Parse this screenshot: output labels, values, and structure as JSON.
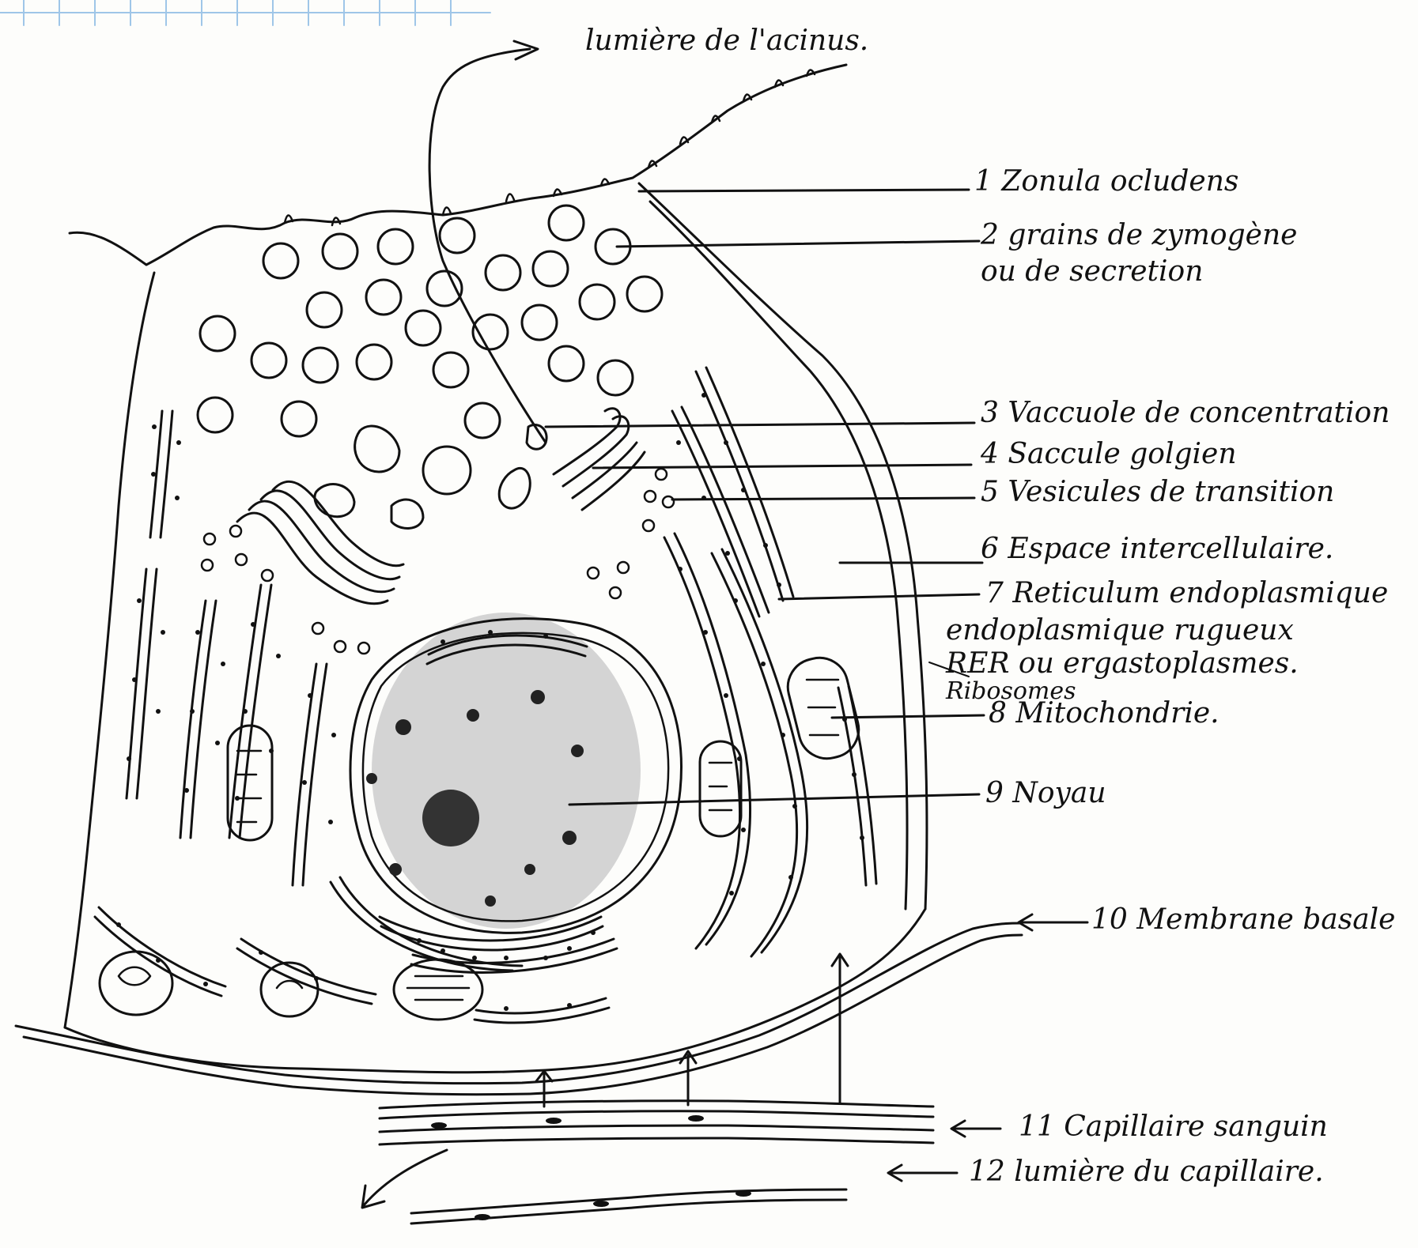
{
  "labels": {
    "top": "lumière de l'acinus.",
    "l1": "1 Zonula ocludens",
    "l2a": "2 grains de zymogène",
    "l2b": "ou de secretion",
    "l3": "3 Vaccuole de concentration",
    "l4": "4 Saccule golgien",
    "l5": "5 Vesicules de transition",
    "l6": "6 Espace intercellulaire.",
    "l7a": "7 Reticulum endoplasmique",
    "l7b": "endoplasmique rugueux",
    "l7c": "RER    ou ergastoplasmes.",
    "l7d": "Ribosomes",
    "l8": "8 Mitochondrie.",
    "l9": "9 Noyau",
    "l10": "10 Membrane basale",
    "l11": "11 Capillaire sanguin",
    "l12": "12 lumière du capillaire."
  }
}
